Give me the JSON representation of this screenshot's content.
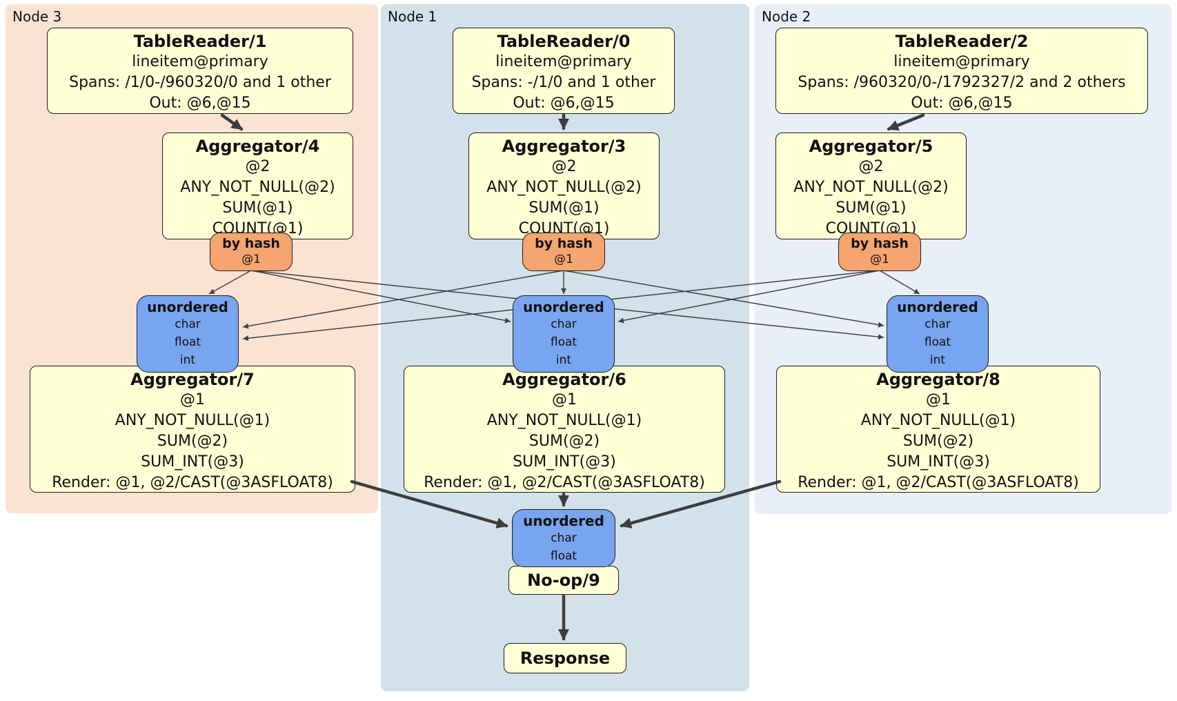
{
  "groups": [
    {
      "label": "Node 3",
      "reader": {
        "title": "TableReader/1",
        "lines": [
          "lineitem@primary",
          "Spans: /1/0-/960320/0 and 1 other",
          "Out: @6,@15"
        ]
      },
      "agg_top": {
        "title": "Aggregator/4",
        "lines": [
          "@2",
          "ANY_NOT_NULL(@2)",
          "SUM(@1)",
          "COUNT(@1)"
        ]
      },
      "router": {
        "title": "by hash",
        "detail": "@1"
      },
      "sync": {
        "title": "unordered",
        "lines": [
          "char",
          "float",
          "int"
        ]
      },
      "agg_bottom": {
        "title": "Aggregator/7",
        "lines": [
          "@1",
          "ANY_NOT_NULL(@1)",
          "SUM(@2)",
          "SUM_INT(@3)",
          "Render: @1, @2/CAST(@3ASFLOAT8)"
        ]
      }
    },
    {
      "label": "Node 1",
      "reader": {
        "title": "TableReader/0",
        "lines": [
          "lineitem@primary",
          "Spans: -/1/0 and 1 other",
          "Out: @6,@15"
        ]
      },
      "agg_top": {
        "title": "Aggregator/3",
        "lines": [
          "@2",
          "ANY_NOT_NULL(@2)",
          "SUM(@1)",
          "COUNT(@1)"
        ]
      },
      "router": {
        "title": "by hash",
        "detail": "@1"
      },
      "sync": {
        "title": "unordered",
        "lines": [
          "char",
          "float",
          "int"
        ]
      },
      "agg_bottom": {
        "title": "Aggregator/6",
        "lines": [
          "@1",
          "ANY_NOT_NULL(@1)",
          "SUM(@2)",
          "SUM_INT(@3)",
          "Render: @1, @2/CAST(@3ASFLOAT8)"
        ]
      }
    },
    {
      "label": "Node 2",
      "reader": {
        "title": "TableReader/2",
        "lines": [
          "lineitem@primary",
          "Spans: /960320/0-/1792327/2 and 2 others",
          "Out: @6,@15"
        ]
      },
      "agg_top": {
        "title": "Aggregator/5",
        "lines": [
          "@2",
          "ANY_NOT_NULL(@2)",
          "SUM(@1)",
          "COUNT(@1)"
        ]
      },
      "router": {
        "title": "by hash",
        "detail": "@1"
      },
      "sync": {
        "title": "unordered",
        "lines": [
          "char",
          "float",
          "int"
        ]
      },
      "agg_bottom": {
        "title": "Aggregator/8",
        "lines": [
          "@1",
          "ANY_NOT_NULL(@1)",
          "SUM(@2)",
          "SUM_INT(@3)",
          "Render: @1, @2/CAST(@3ASFLOAT8)"
        ]
      }
    }
  ],
  "final": {
    "sync": {
      "title": "unordered",
      "lines": [
        "char",
        "float"
      ]
    },
    "noop_label": "No-op/9",
    "response_label": "Response"
  },
  "colors": {
    "node3_bg": "#FBE3D4",
    "node1_bg": "#D3E1EA",
    "node2_bg": "#E9EFF9",
    "processor_bg": "#FFFFD6",
    "router_bg": "#F6A470",
    "sync_bg": "#78A5F0",
    "edge": "#404040",
    "border": "#1a1a1a"
  }
}
